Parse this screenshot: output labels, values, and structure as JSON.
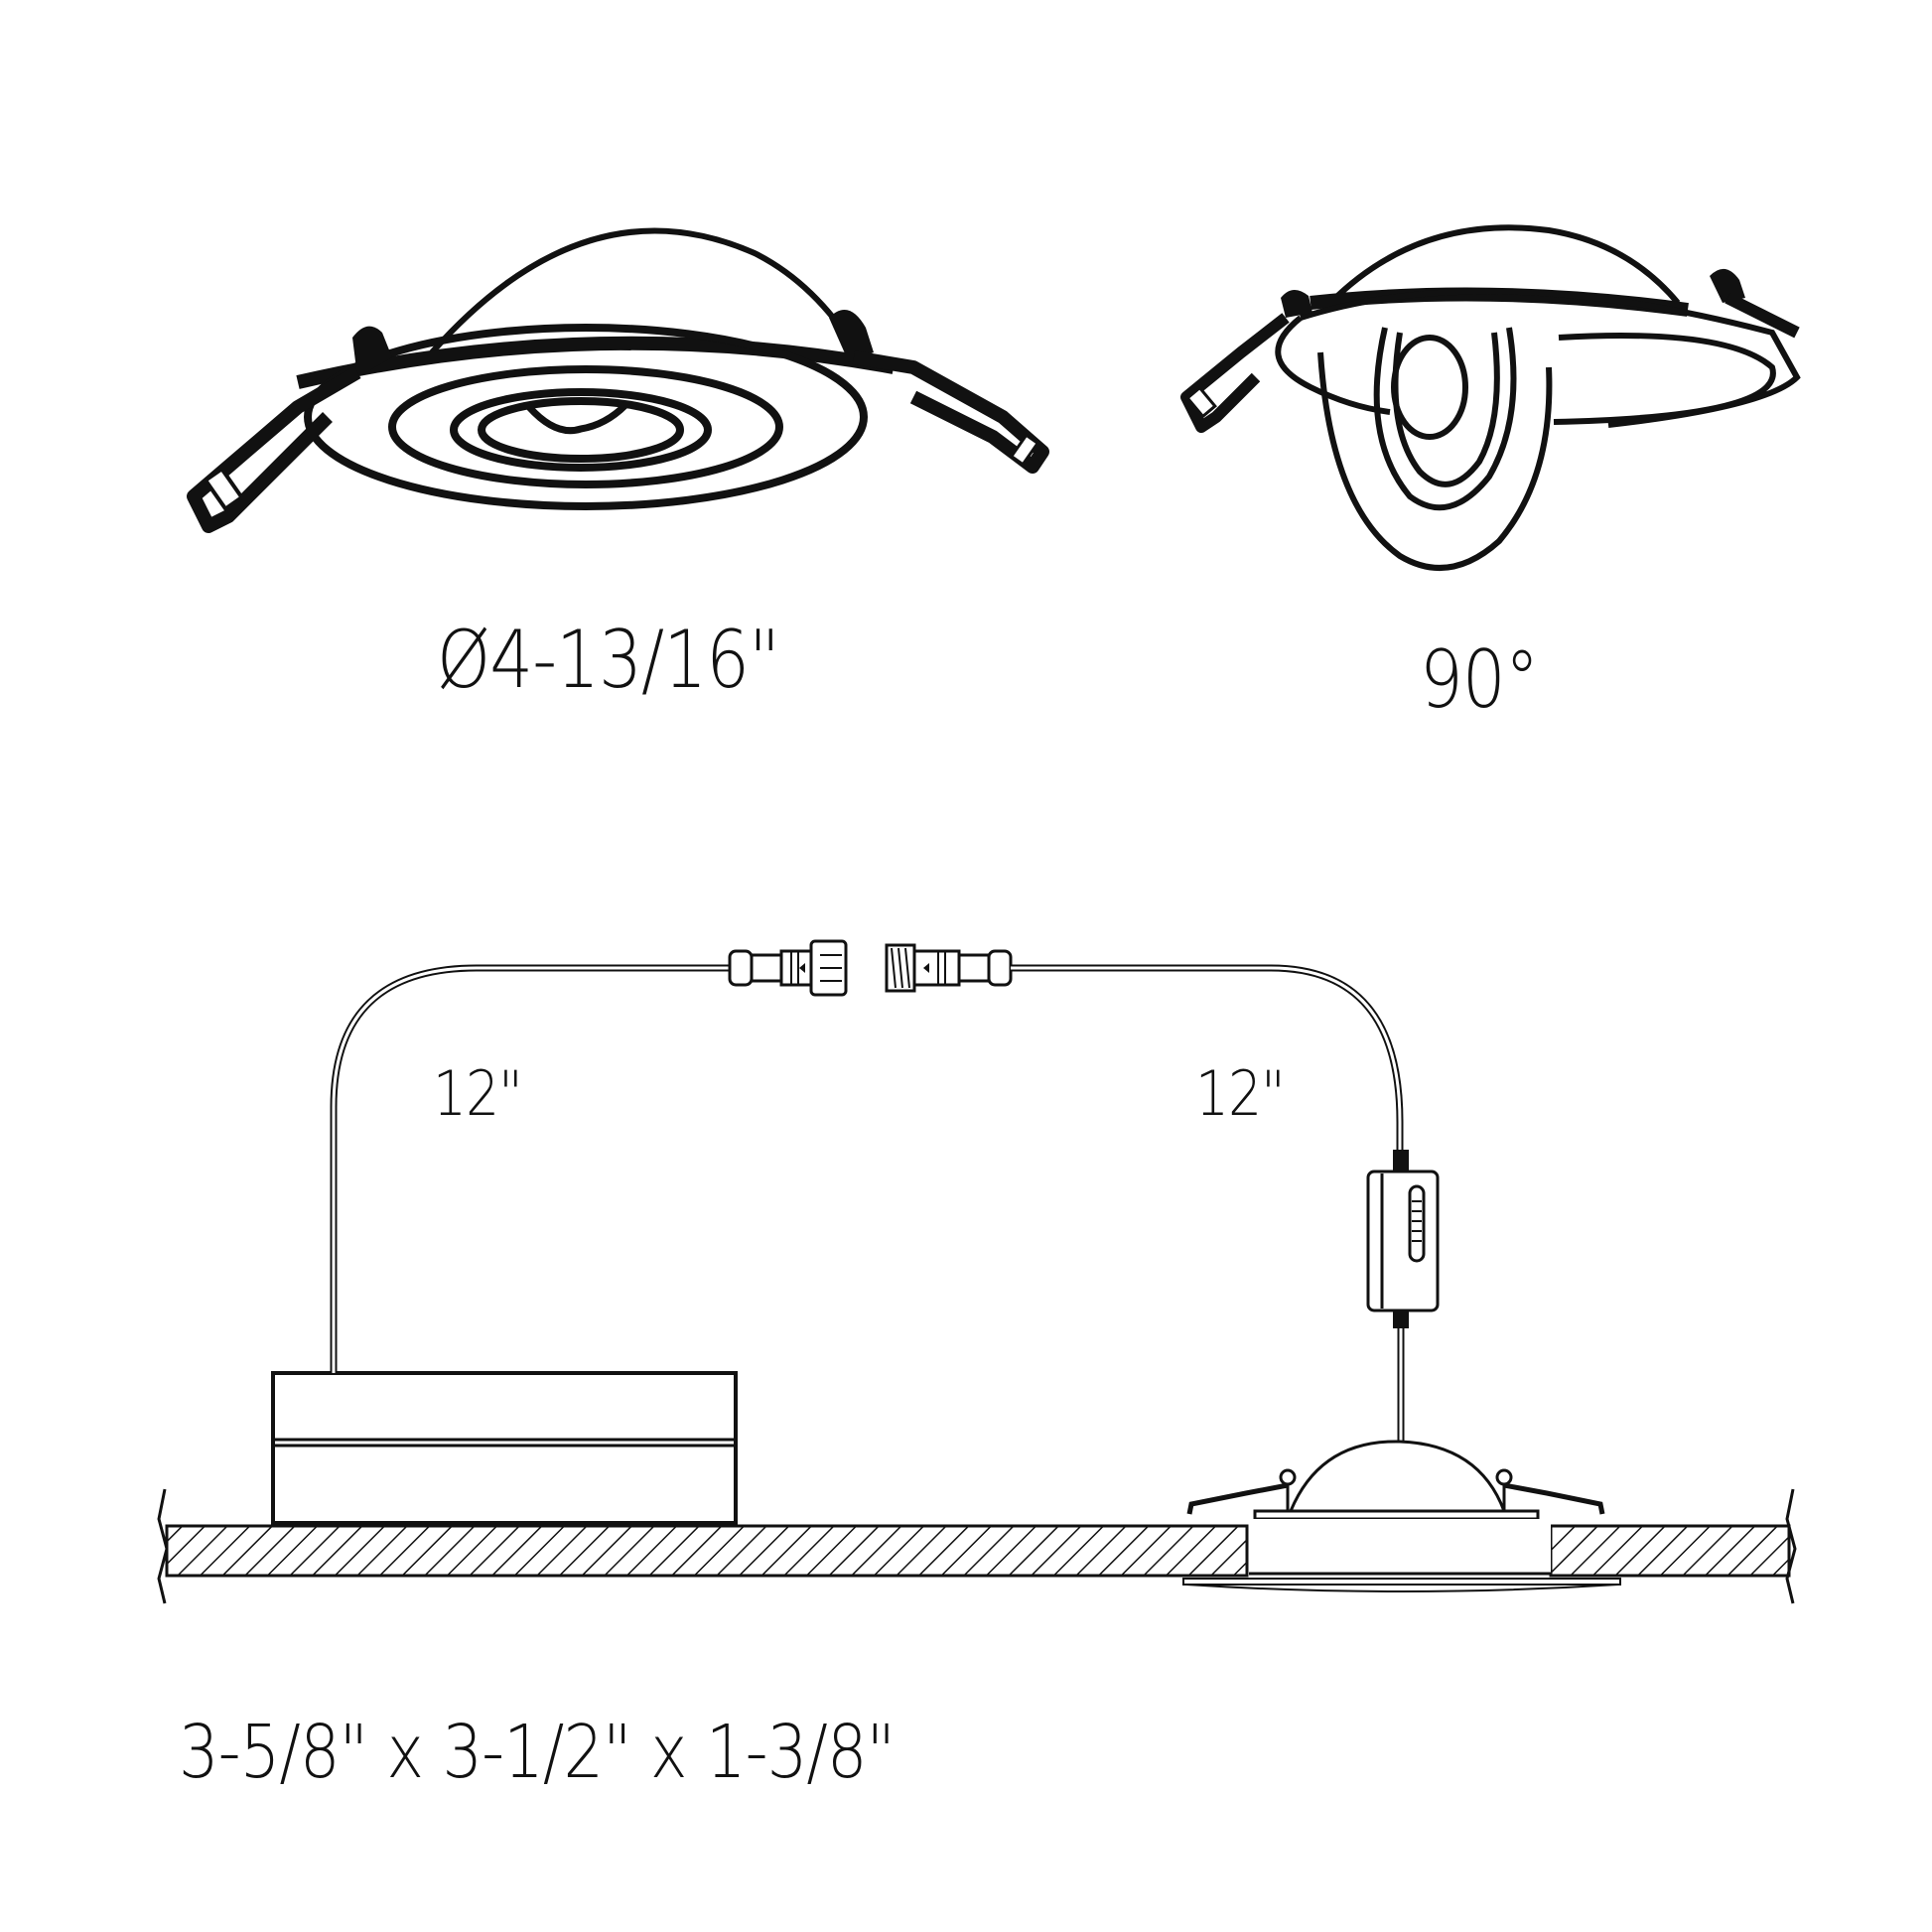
{
  "diagram": {
    "subject": "gimbal recessed LED downlight",
    "views": [
      {
        "id": "fixture-front-view",
        "label": "Ø4-13/16\"",
        "meaning": "trim diameter"
      },
      {
        "id": "fixture-tilt-view",
        "label": "90°",
        "meaning": "adjustable tilt angle"
      },
      {
        "id": "installation-side-view",
        "label": "3-5/8\" x 3-1/2\" x 1-3/8\"",
        "meaning": "junction box dimensions"
      }
    ],
    "cables": [
      {
        "id": "driver-cable",
        "label": "12\""
      },
      {
        "id": "fixture-cable",
        "label": "12\""
      }
    ],
    "colors": {
      "line": "#111111",
      "background": "#ffffff"
    }
  },
  "labels": {
    "diameter": "Ø4-13/16\"",
    "tilt_angle": "90°",
    "cable_left_length": "12\"",
    "cable_right_length": "12\"",
    "junction_box_dimensions": "3-5/8\" x 3-1/2\" x 1-3/8\""
  }
}
